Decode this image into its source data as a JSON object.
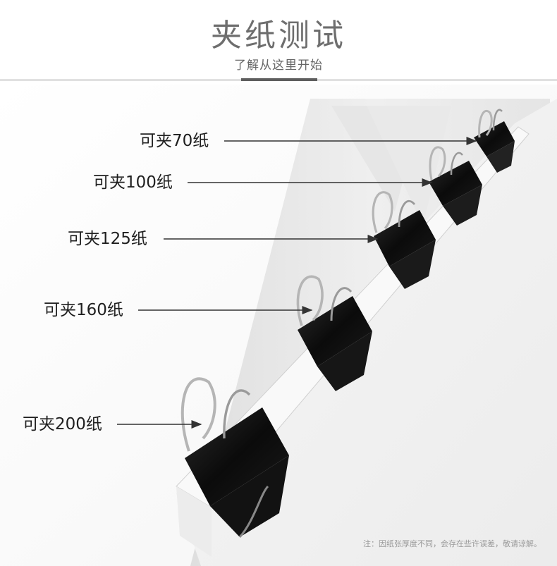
{
  "header": {
    "title": "夹纸测试",
    "subtitle": "了解从这里开始"
  },
  "labels": [
    {
      "text": "可夹70纸"
    },
    {
      "text": "可夹100纸"
    },
    {
      "text": "可夹125纸"
    },
    {
      "text": "可夹160纸"
    },
    {
      "text": "可夹200纸"
    }
  ],
  "footer": {
    "note": "注：因纸张厚度不同，会存在些许误差，敬请谅解。"
  },
  "colors": {
    "title": "#6e6e6e",
    "clip": "#111111",
    "wire": "#b8b8b8",
    "paper": "#f2f2f2"
  }
}
